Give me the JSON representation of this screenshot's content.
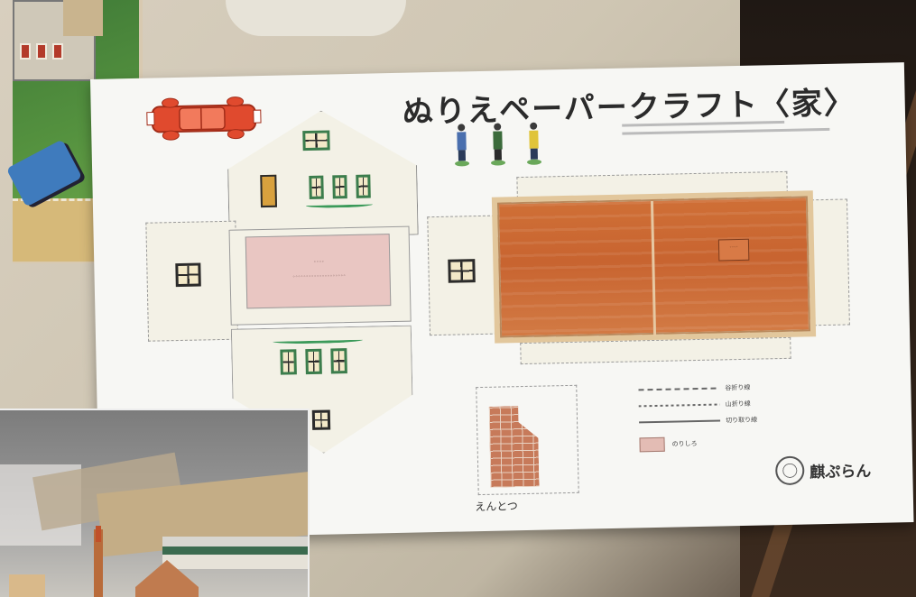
{
  "sheet": {
    "title": "ぬりえペーパークラフト〈家〉",
    "chimney_label": "えんとつ",
    "brand": "麒ぷらん"
  },
  "legend": {
    "lines": [
      "谷折り線",
      "山折り線",
      "切り取り線"
    ],
    "swatch_label": "のりしろ"
  },
  "colors": {
    "roof": "#c86430",
    "car": "#e04a2e",
    "chimney": "#c77a5a",
    "paper": "#f7f7f4",
    "sign": "#e9c6c2"
  },
  "icons": [
    "car-illustration",
    "person-figure",
    "house-window",
    "logo-mark"
  ]
}
